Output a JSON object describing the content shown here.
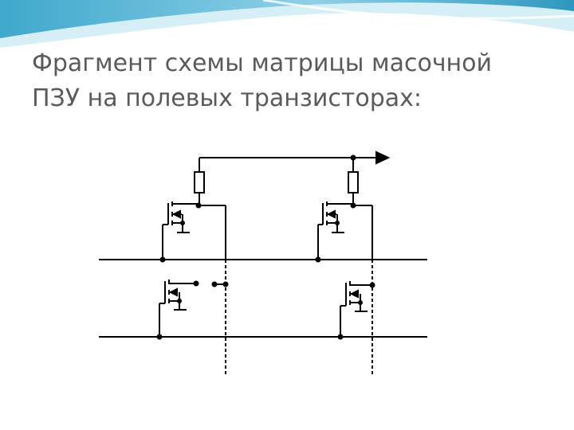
{
  "slide": {
    "title_lines": [
      "Фрагмент схемы матрицы масочной",
      "ПЗУ на полевых транзисторах:"
    ]
  },
  "colors": {
    "title_text": "#5a5a5a",
    "wave_light": "#d6eef6",
    "wave_mid": "#8fd0e6",
    "wave_dark": "#3fa8cc",
    "circuit_line": "#000000"
  },
  "diagram": {
    "type": "mask-rom-matrix-fragment",
    "rows": 2,
    "columns": 2,
    "cells": [
      {
        "row": 1,
        "column": 1,
        "drain_connected": true
      },
      {
        "row": 1,
        "column": 2,
        "drain_connected": true
      },
      {
        "row": 2,
        "column": 1,
        "drain_connected": false
      },
      {
        "row": 2,
        "column": 2,
        "drain_connected": true
      }
    ],
    "output_arrow": "right"
  }
}
